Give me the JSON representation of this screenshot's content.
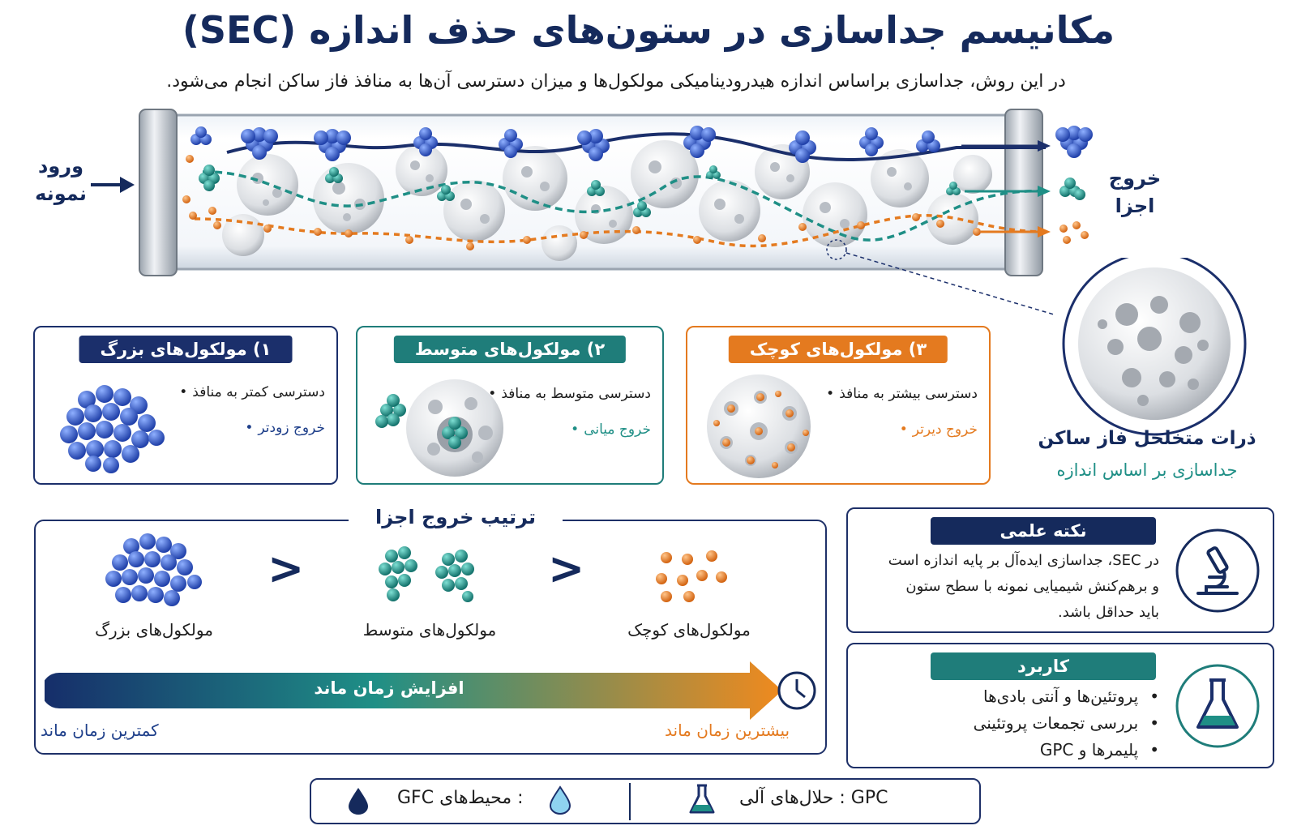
{
  "header": {
    "title": "مکانیسم جداسازی در ستون‌های حذف اندازه (SEC)",
    "subtitle": "در این روش، جداسازی براساس اندازه هیدرودینامیکی مولکول‌ها و میزان دسترسی آن‌ها به منافذ فاز ساکن انجام می‌شود."
  },
  "column": {
    "inlet_line1": "ورود",
    "inlet_line2": "نمونه",
    "outlet_line1": "خروج",
    "outlet_line2": "اجزا"
  },
  "particle": {
    "label": "ذرات متخلخل فاز ساکن",
    "sublabel": "جداسازی بر اساس اندازه"
  },
  "cards": [
    {
      "tag": "۱) مولکول‌های بزرگ",
      "bullet1": "دسترسی کمتر به منافذ",
      "bullet2": "خروج زودتر",
      "color": "#1b2f6b",
      "accent": "#1e3f8a"
    },
    {
      "tag": "۲) مولکول‌های متوسط",
      "bullet1": "دسترسی متوسط به منافذ",
      "bullet2": "خروج میانی",
      "color": "#1f7d7a",
      "accent": "#1f8f86"
    },
    {
      "tag": "۳) مولکول‌های کوچک",
      "bullet1": "دسترسی بیشتر به منافذ",
      "bullet2": "خروج دیرتر",
      "color": "#e47a1f",
      "accent": "#e47a1f"
    }
  ],
  "order": {
    "title": "ترتیب خروج اجزا",
    "large_label": "مولکول‌های بزرگ",
    "medium_label": "مولکول‌های متوسط",
    "small_label": "مولکول‌های کوچک",
    "gt_symbol": ">",
    "arrow_text": "افزایش زمان ماند",
    "min_time": "کمترین زمان ماند",
    "max_time": "بیشترین زمان ماند"
  },
  "note": {
    "tag": "نکته علمی",
    "text_line1": "در SEC، جداسازی ایده‌آل بر پایه اندازه است",
    "text_line2": "و برهم‌کنش شیمیایی نمونه با سطح ستون",
    "text_line3": "باید حداقل باشد."
  },
  "application": {
    "tag": "کاربرد",
    "items": [
      "پروتئین‌ها و آنتی بادی‌ها",
      "بررسی تجمعات پروتئینی",
      "پلیمرها و GPC"
    ]
  },
  "footer": {
    "gfc": ": محیط‌های GFC",
    "gpc": "GPC : حلال‌های آلی"
  },
  "colors": {
    "navy": "#152a5c",
    "blue_molecule": "#2f55c4",
    "teal": "#1f8f86",
    "orange": "#e47a1f"
  },
  "icons": [
    "arrow-right-icon",
    "microscope-icon",
    "flask-icon",
    "clock-icon",
    "water-drop-icon"
  ]
}
